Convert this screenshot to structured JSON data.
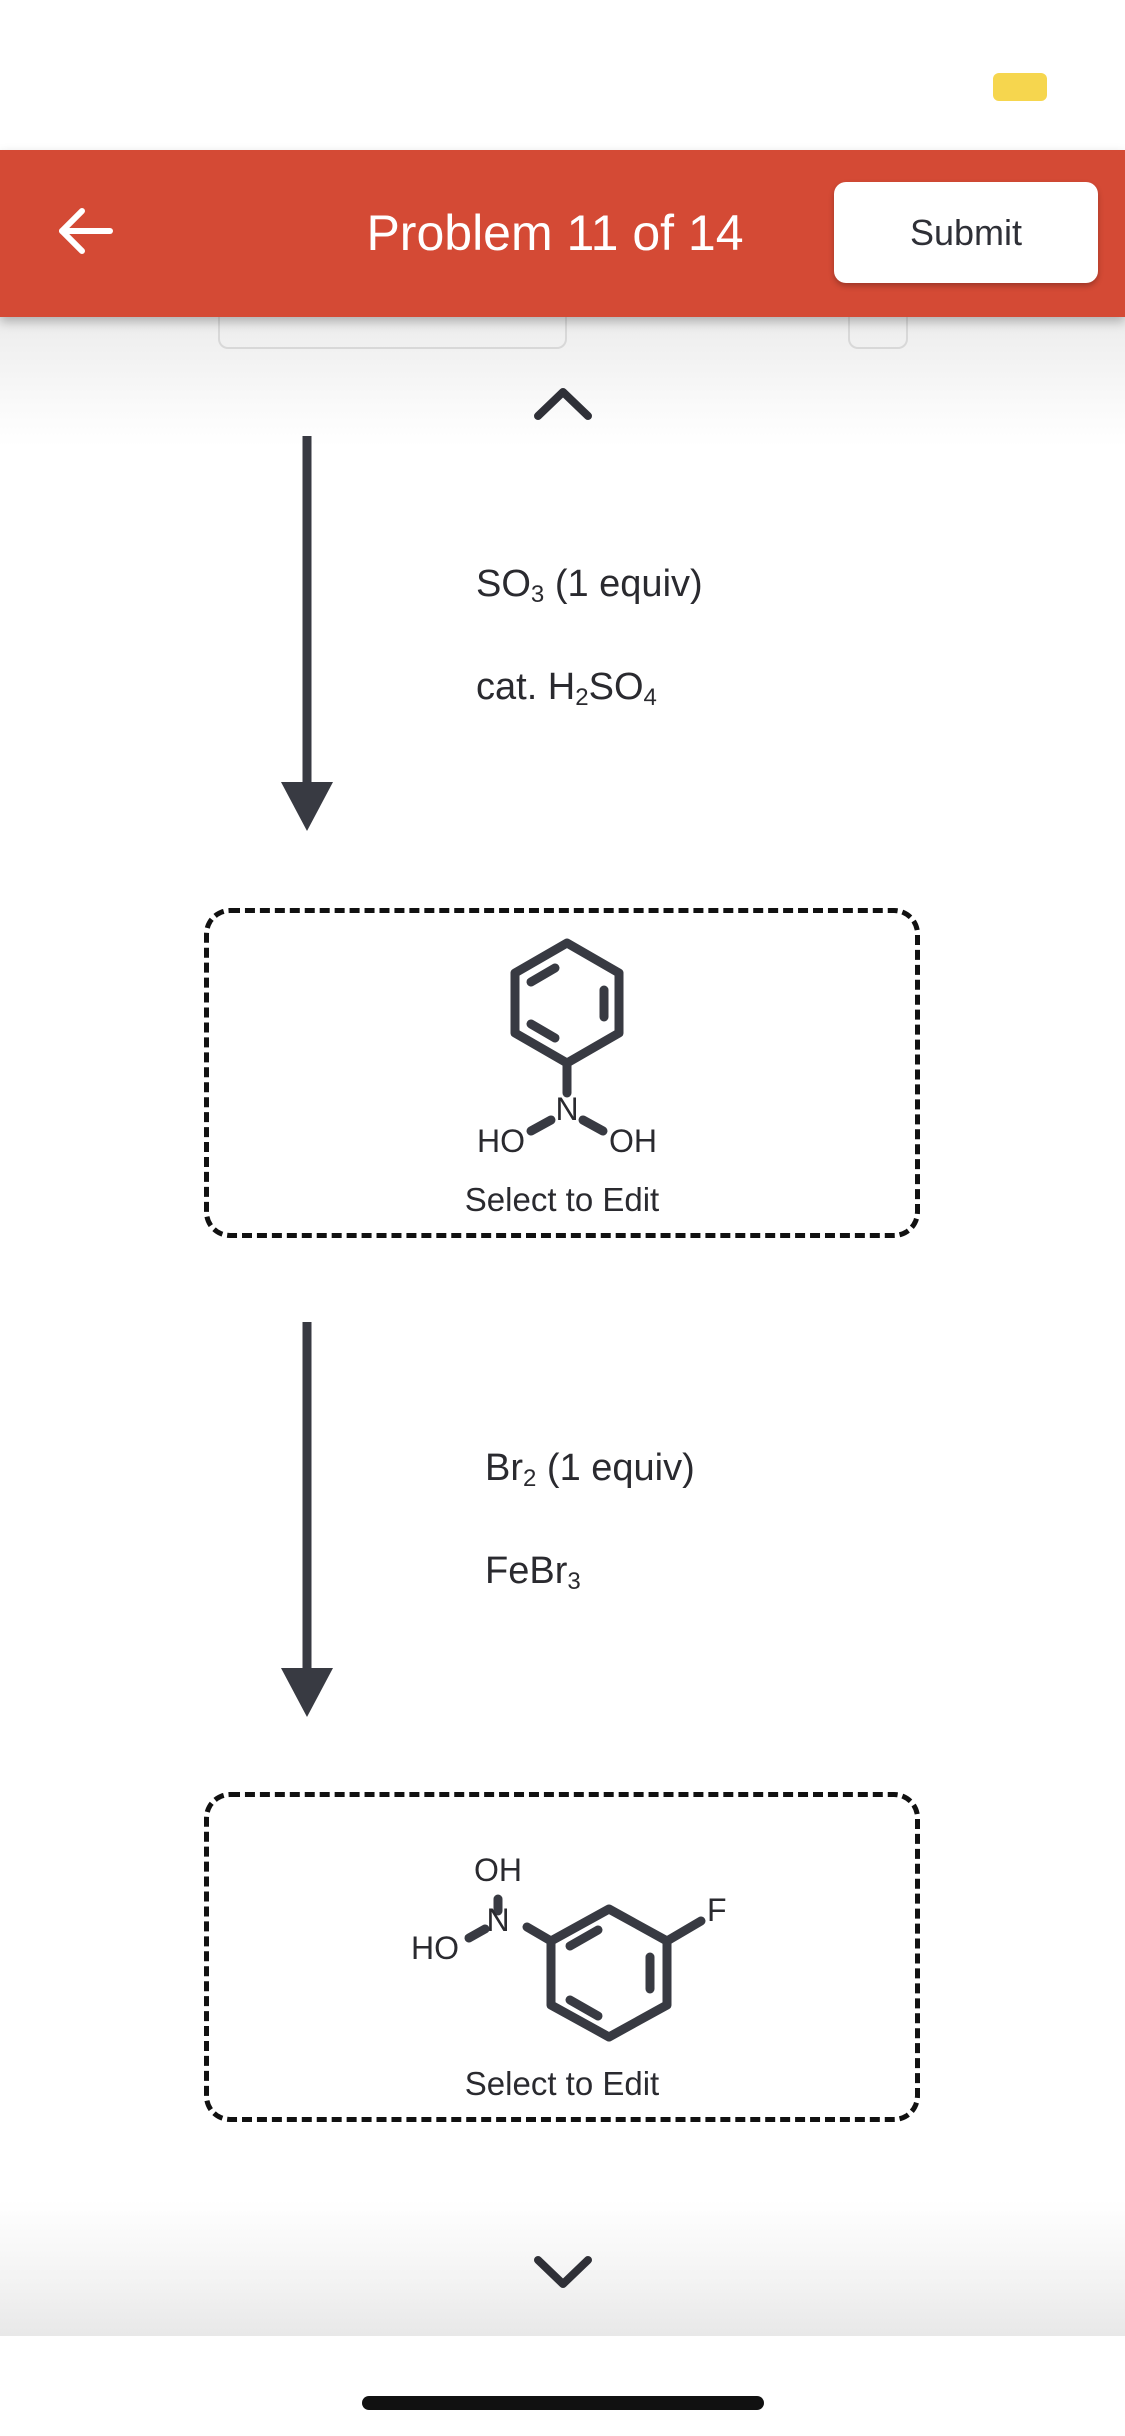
{
  "header": {
    "title": "Problem 11 of 14",
    "submit_label": "Submit",
    "back_icon": "arrow-left-icon"
  },
  "steps": [
    {
      "reagent_lines": [
        {
          "text": "SO",
          "sub": "3",
          "suffix": " (1 equiv)"
        },
        {
          "text": "cat. H",
          "sub": "2",
          "mid": "SO",
          "sub2": "4"
        }
      ]
    },
    {
      "reagent_lines": [
        {
          "text": "Br",
          "sub": "2",
          "suffix": " (1 equiv)"
        },
        {
          "text": "FeBr",
          "sub": "3"
        }
      ]
    }
  ],
  "products": [
    {
      "edit_label": "Select to Edit",
      "atoms": {
        "n": "N",
        "ho": "HO",
        "oh": "OH"
      }
    },
    {
      "edit_label": "Select to Edit",
      "atoms": {
        "n": "N",
        "ho": "HO",
        "oh": "OH",
        "f": "F"
      }
    }
  ],
  "colors": {
    "header_bg": "#d44a35",
    "battery": "#f6d64e",
    "ink": "#2f3037"
  }
}
